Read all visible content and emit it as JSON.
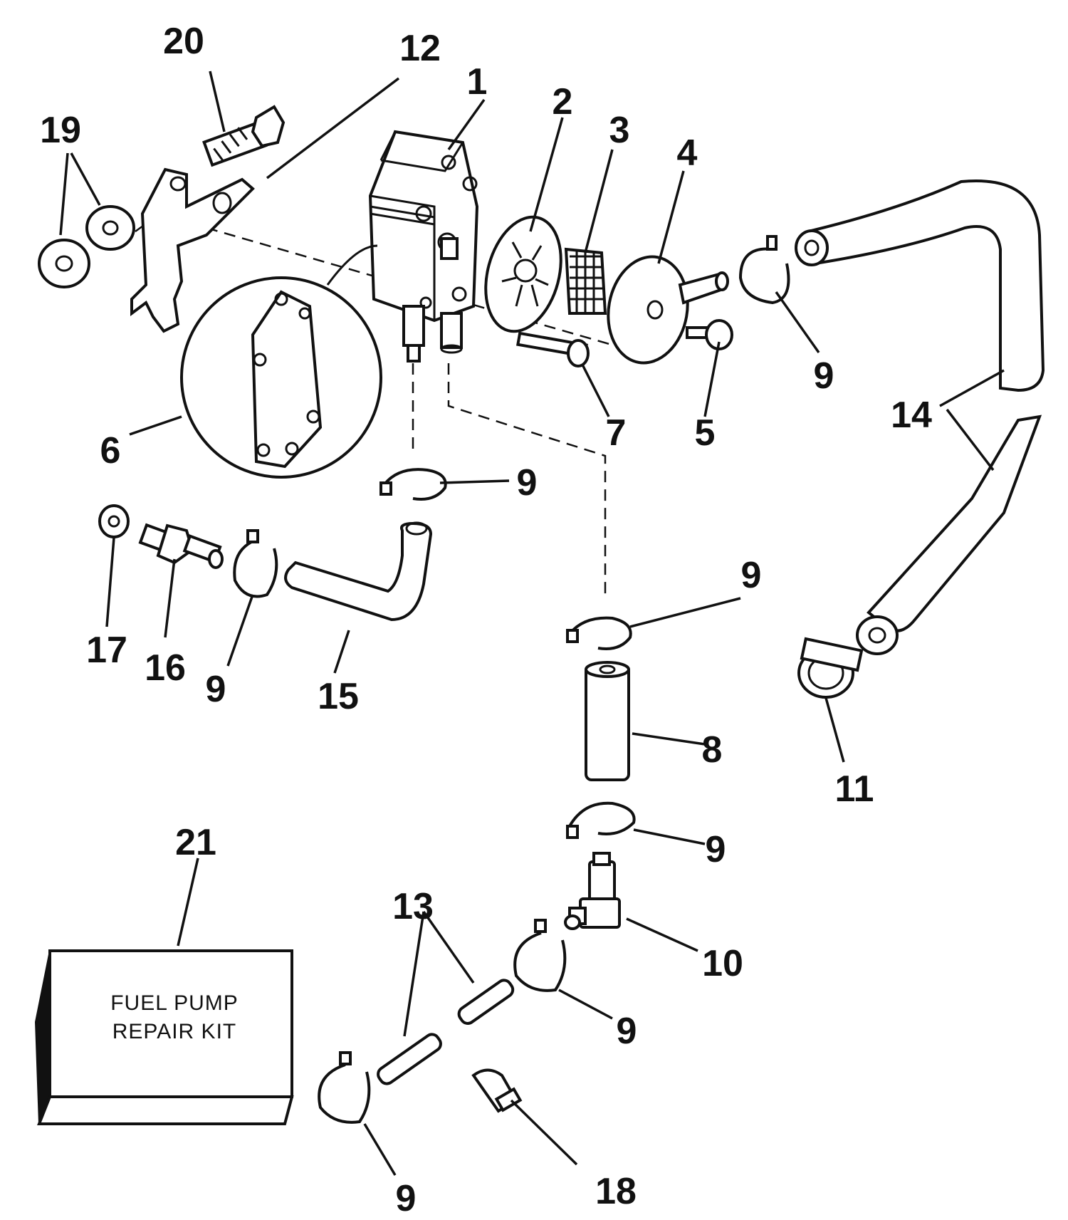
{
  "callouts": {
    "c1": "1",
    "c2": "2",
    "c3": "3",
    "c4": "4",
    "c5": "5",
    "c6": "6",
    "c7": "7",
    "c8": "8",
    "c9a": "9",
    "c9b": "9",
    "c9c": "9",
    "c9d": "9",
    "c9e": "9",
    "c9f": "9",
    "c9g": "9",
    "c10": "10",
    "c11": "11",
    "c12": "12",
    "c13": "13",
    "c14": "14",
    "c15": "15",
    "c16": "16",
    "c17": "17",
    "c18": "18",
    "c19": "19",
    "c20": "20",
    "c21": "21"
  },
  "kit": {
    "line1": "FUEL PUMP",
    "line2": "REPAIR KIT"
  }
}
